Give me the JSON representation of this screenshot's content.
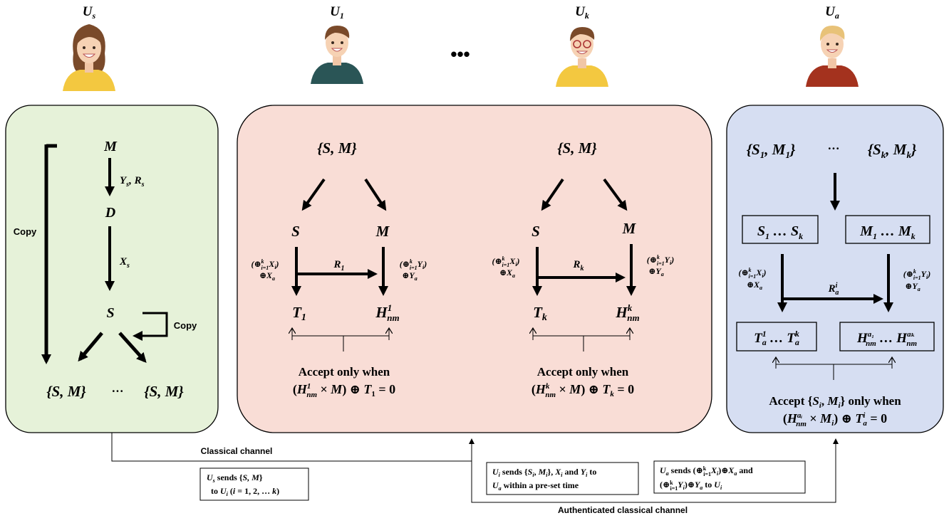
{
  "users": [
    {
      "label": "U_s",
      "name": "Us"
    },
    {
      "label": "U_1",
      "name": "U1"
    },
    {
      "label": "U_k",
      "name": "Uk"
    },
    {
      "label": "U_a",
      "name": "Ua"
    }
  ],
  "ellipsis_dots": "•••",
  "colors": {
    "green_panel": "#e6f2d9",
    "pink_panel": "#f9ddd6",
    "blue_panel": "#d6def2",
    "us_shirt": "#f3c840",
    "u1_shirt": "#2a5556",
    "uk_shirt": "#f3c840",
    "ua_shirt": "#a4321e"
  },
  "left_panel": {
    "M": "M",
    "Ys": "Y",
    "Rs": "R",
    "D": "D",
    "Xs": "X",
    "S": "S",
    "copy_left": "Copy",
    "copy_right": "Copy",
    "set1": "{S, M}",
    "ellipsis": "···",
    "set2": "{S, M}"
  },
  "middle_panel": {
    "set_left": "{S, M}",
    "set_right": "{S, M}",
    "S": "S",
    "M": "M",
    "R1": "R",
    "Rk": "R",
    "T1": "T",
    "Tk": "T",
    "H": "H",
    "xor_x": "(⊕",
    "xor_y": "(⊕",
    "xor_xa": "⊕X",
    "xor_ya": "⊕Y",
    "accept": "Accept only when",
    "cond1": "(H¹ₙₘ × M) ⊕ T₁ = 0",
    "condk": "(Hᵏₙₘ × M) ⊕ Tₖ = 0"
  },
  "right_panel": {
    "set1": "{S₁, M₁}",
    "ellipsis": "···",
    "setk": "{Sₖ, Mₖ}",
    "box_s": "S₁ … Sₖ",
    "box_m": "M₁ … Mₖ",
    "Rai": "R",
    "box_t": "T¹ₐ … Tᵏₐ",
    "box_h": "Hᵃ¹ₙₘ … Hᵃᵏₙₘ",
    "accept": "Accept {Sᵢ, Mᵢ} only when",
    "cond": "(Hᵃⁱₙₘ × Mᵢ) ⊕ Tⁱₐ = 0"
  },
  "channels": {
    "classical": "Classical channel",
    "authenticated": "Authenticated classical channel"
  },
  "notes": {
    "us_sends_line1": "U_s sends {S, M}",
    "us_sends_line2": "to U_i (i = 1, 2, … k)",
    "ui_sends_line1": "U_i sends {S_i, M_i}, X_i and Y_i to",
    "ui_sends_line2": "U_a within a pre-set time",
    "ua_sends_line1": "U_a sends (⊕X_i)⊕X_a and",
    "ua_sends_line2": "(⊕Y_i)⊕Y_a to U_i"
  }
}
